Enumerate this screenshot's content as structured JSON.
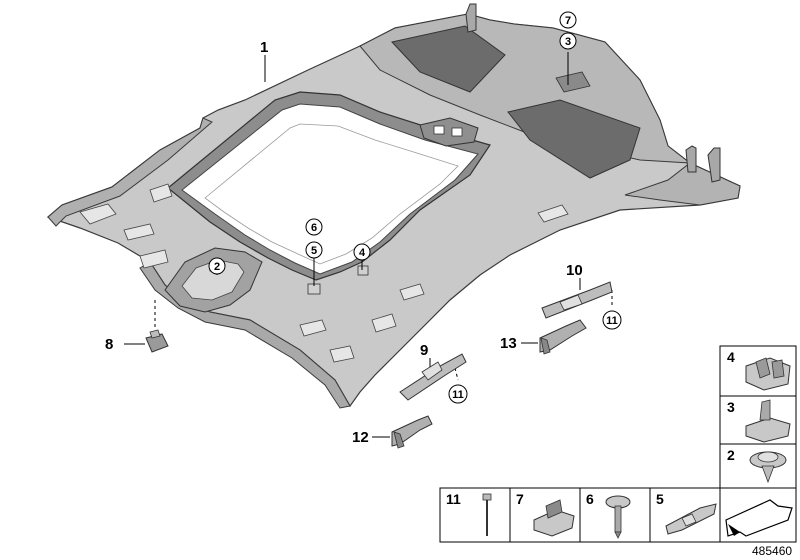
{
  "diagram": {
    "callouts": {
      "headliner": "1",
      "bracket": "2",
      "clip_top": "3",
      "clip_frame": "4",
      "clip_5": "5",
      "clip_6": "6",
      "clip_7": "7",
      "holder_lamp": "8",
      "bracket_9": "9",
      "bracket_10": "10",
      "screw_11a": "11",
      "screw_11b": "11",
      "grab_12": "12",
      "grab_13": "13"
    },
    "parts_table_right": [
      "4",
      "3",
      "2"
    ],
    "parts_table_bottom": [
      "11",
      "7",
      "6",
      "5"
    ],
    "document_number": "485460"
  }
}
